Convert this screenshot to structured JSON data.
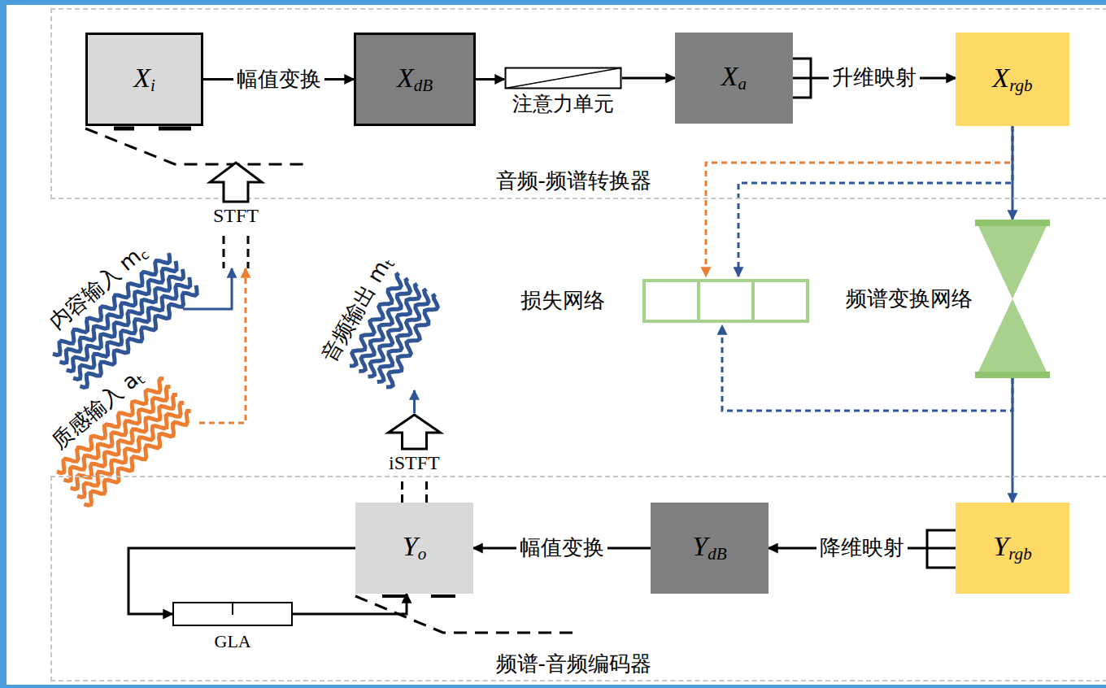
{
  "diagram": {
    "nodes": [
      {
        "text": [
          "音频-频谱转换器"
        ]
      },
      {
        "text": [
          "Xi"
        ],
        "in": 0
      },
      {
        "text": [
          "XdB"
        ],
        "in": 0
      },
      {
        "text": [
          "注意力单元"
        ],
        "in": 0
      },
      {
        "text": [
          "Xa"
        ],
        "in": 0
      },
      {
        "text": [
          "Xrgb"
        ],
        "in": 0
      },
      {
        "text": [
          "内容输入 mc"
        ]
      },
      {
        "text": [
          "质感输入 at"
        ]
      },
      {
        "text": [
          "STFT"
        ]
      },
      {
        "text": [
          "损失网络"
        ]
      },
      {
        "text": [
          "频谱变换网络"
        ]
      },
      {
        "text": [
          "音频输出 mt"
        ]
      },
      {
        "text": [
          "iSTFT"
        ]
      },
      {
        "text": [
          "频谱-音频编码器"
        ]
      },
      {
        "text": [
          "Yrgb"
        ],
        "in": 13
      },
      {
        "text": [
          "YdB"
        ],
        "in": 13
      },
      {
        "text": [
          "Yo"
        ],
        "in": 13
      },
      {
        "text": [
          "GLA"
        ],
        "in": 13
      }
    ],
    "edges": [
      {
        "from": 1,
        "to": 2,
        "label": "幅值变换",
        "arrow": "to"
      },
      {
        "from": 2,
        "to": 3,
        "arrow": "to"
      },
      {
        "from": 3,
        "to": 4,
        "arrow": "to"
      },
      {
        "from": 4,
        "to": 5,
        "label": "升维映射",
        "arrow": "to"
      },
      {
        "from": 6,
        "to": 8,
        "arrow": "to"
      },
      {
        "from": 7,
        "to": 8,
        "arrow": "to"
      },
      {
        "from": 5,
        "to": 10,
        "arrow": "to"
      },
      {
        "from": 5,
        "to": 9,
        "arrow": "to"
      },
      {
        "from": 5,
        "to": 9,
        "arrow": "to"
      },
      {
        "from": 10,
        "to": 9,
        "arrow": "to"
      },
      {
        "from": 10,
        "to": 14,
        "arrow": "to"
      },
      {
        "from": 14,
        "to": 15,
        "label": "降维映射",
        "arrow": "to"
      },
      {
        "from": 15,
        "to": 16,
        "label": "幅值变换",
        "arrow": "to"
      },
      {
        "from": 16,
        "to": 17,
        "arrow": "to"
      },
      {
        "from": 17,
        "to": 16,
        "arrow": "to"
      },
      {
        "from": 12,
        "to": 11,
        "arrow": "to"
      }
    ]
  }
}
